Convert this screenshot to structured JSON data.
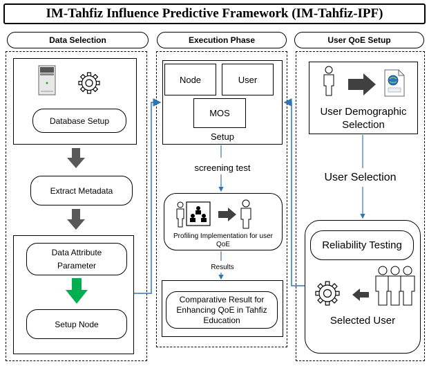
{
  "title": "IM-Tahfiz Influence Predictive Framework (IM-Tahfiz-IPF)",
  "columns": {
    "data_selection": {
      "header": "Data Selection",
      "database_setup": "Database Setup",
      "extract_metadata": "Extract  Metadata",
      "data_attribute": "Data Attribute Parameter",
      "setup_node": "Setup Node"
    },
    "execution_phase": {
      "header": "Execution Phase",
      "node": "Node",
      "user": "User",
      "mos": "MOS",
      "setup": "Setup",
      "screening_test": "screening test",
      "profiling": "Profiling Implementation for user QoE",
      "results": "Results",
      "comparative": "Comparative Result for Enhancing QoE in Tahfiz Education"
    },
    "user_qoe_setup": {
      "header": "User QoE Setup",
      "user_demographic": "User Demographic Selection",
      "user_selection": "User Selection",
      "reliability_testing": "Reliability Testing",
      "selected_user": "Selected User"
    }
  },
  "icons": [
    "server-icon",
    "gear-icon",
    "person-icon",
    "arrow-right-icon",
    "document-icon",
    "group-icon"
  ],
  "colors": {
    "connector": "#2E75B6",
    "green_arrow": "#00B050",
    "gray_arrow": "#505050"
  }
}
